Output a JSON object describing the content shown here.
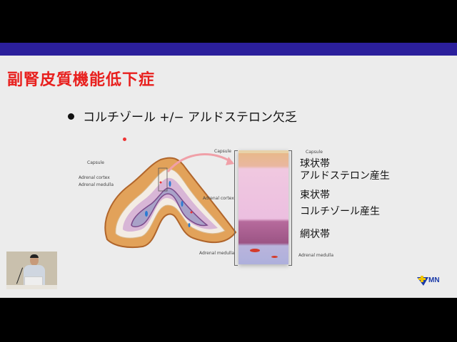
{
  "slide": {
    "title": "副腎皮質機能低下症",
    "bullet": "コルチゾール +/−  アルドステロン欠乏",
    "gland_labels": {
      "capsule": "Capsule",
      "adrenal_cortex": "Adrenal cortex",
      "adrenal_medulla": "Adrenal medulla"
    },
    "section_labels": {
      "capsule_left": "Capsule",
      "capsule_right": "Capsule",
      "adrenal_cortex": "Adrenal cortex",
      "adrenal_medulla_left": "Adrenal medulla",
      "adrenal_medulla_right": "Adrenal medulla"
    },
    "zones": [
      {
        "name": "球状帯",
        "hormone": "アルドステロン産生"
      },
      {
        "name": "束状帯",
        "hormone": "コルチゾール産生"
      },
      {
        "name": "網状帯",
        "hormone": ""
      }
    ],
    "logo_text": "MN"
  },
  "colors": {
    "accent_blue": "#2b1f9c",
    "title_red": "#e8201e"
  }
}
